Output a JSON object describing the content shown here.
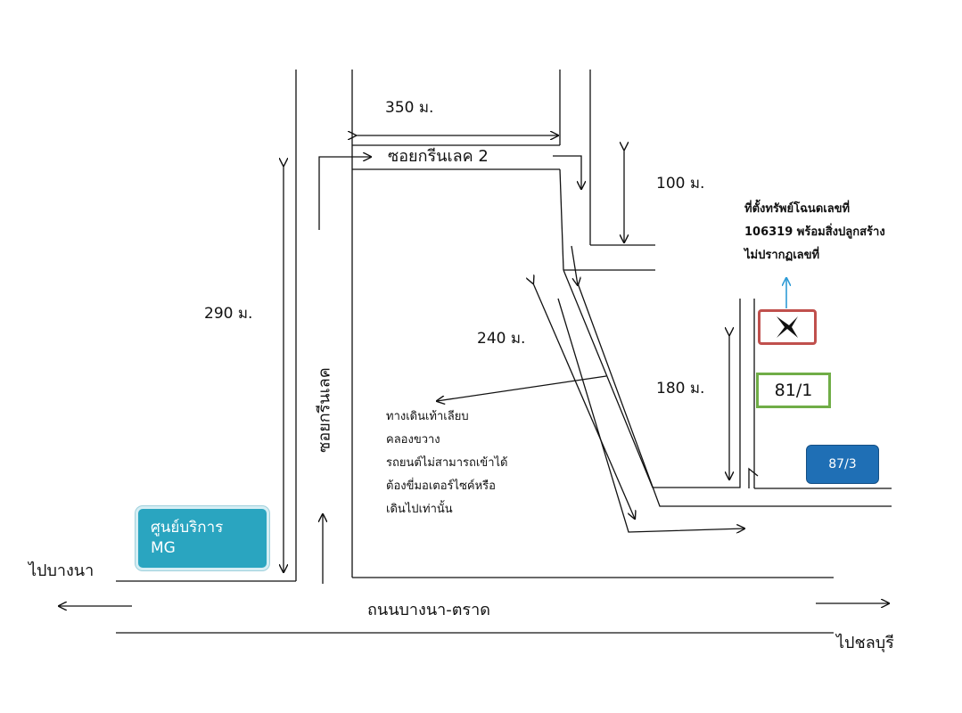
{
  "labels": {
    "dist_350": "350 ม.",
    "dist_100": "100 ม.",
    "dist_290": "290 ม.",
    "dist_240": "240 ม.",
    "dist_180": "180 ม.",
    "soi_green_lake_2": "ซอยกรีนเลค 2",
    "soi_green_lake": "ซอยกรีนเลค",
    "main_road": "ถนนบางนา-ตราด",
    "to_bangna": "ไปบางนา",
    "to_chonburi": "ไปชลบุรี"
  },
  "property_note": {
    "lines": [
      "ที่ตั้งทรัพย์โฉนดเลขที่",
      "106319 พร้อมสิ่งปลูกสร้าง",
      "ไม่ปรากฏเลขที่"
    ]
  },
  "walkway_note": {
    "lines": [
      "ทางเดินเท้าเลียบ",
      "คลองขวาง",
      "รถยนต์ไม่สามารถเข้าได้",
      "ต้องขี่มอเตอร์ไซค์หรือ",
      "เดินไปเท่านั้น"
    ]
  },
  "landmarks": {
    "mg_line1": "ศูนย์บริการ",
    "mg_line2": "MG",
    "house_811": "81/1",
    "house_873": "87/3"
  },
  "colors": {
    "mg_box": "#2aa5c0",
    "property_box_border": "#c0504d",
    "house_811_border": "#70ad47",
    "house_873_fill": "#1f6fb5",
    "property_pointer": "#2e9bd6"
  },
  "icons": {
    "property_marker": "x-mark-icon"
  }
}
